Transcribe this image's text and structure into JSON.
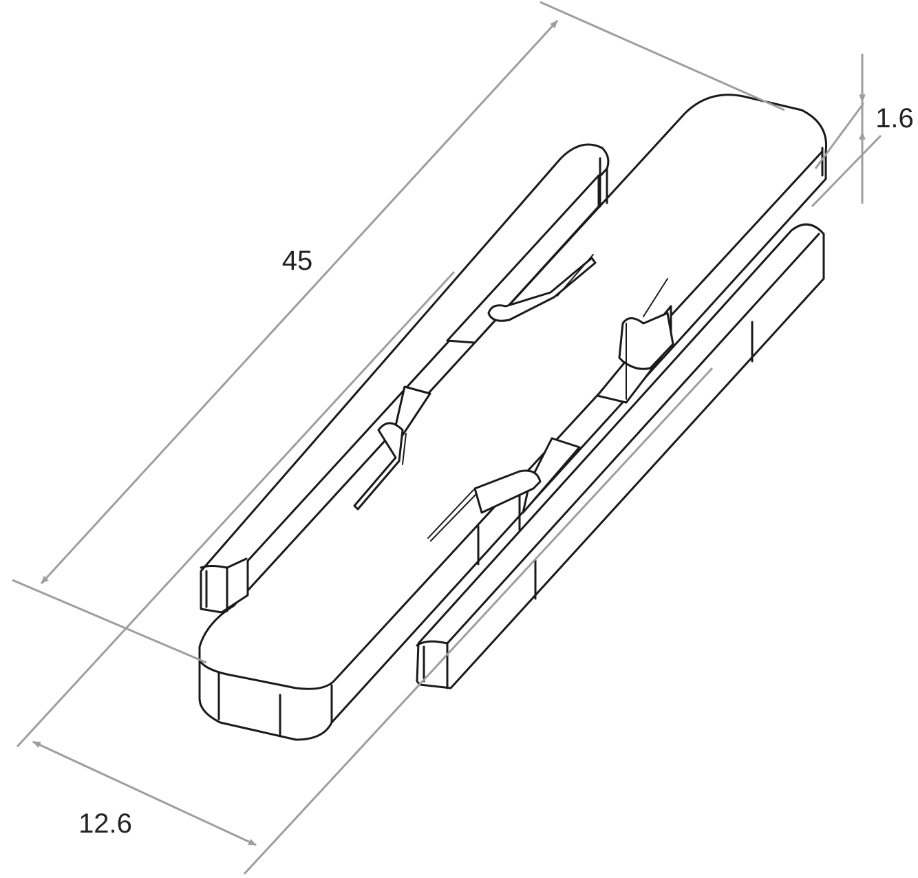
{
  "dimensions": {
    "length": {
      "label": "45"
    },
    "width": {
      "label": "12.6"
    },
    "thickness": {
      "label": "1.6"
    }
  },
  "colors": {
    "outline": "#1a1a1a",
    "dimension_lines": "#9e9e9e",
    "background": "#ffffff"
  }
}
